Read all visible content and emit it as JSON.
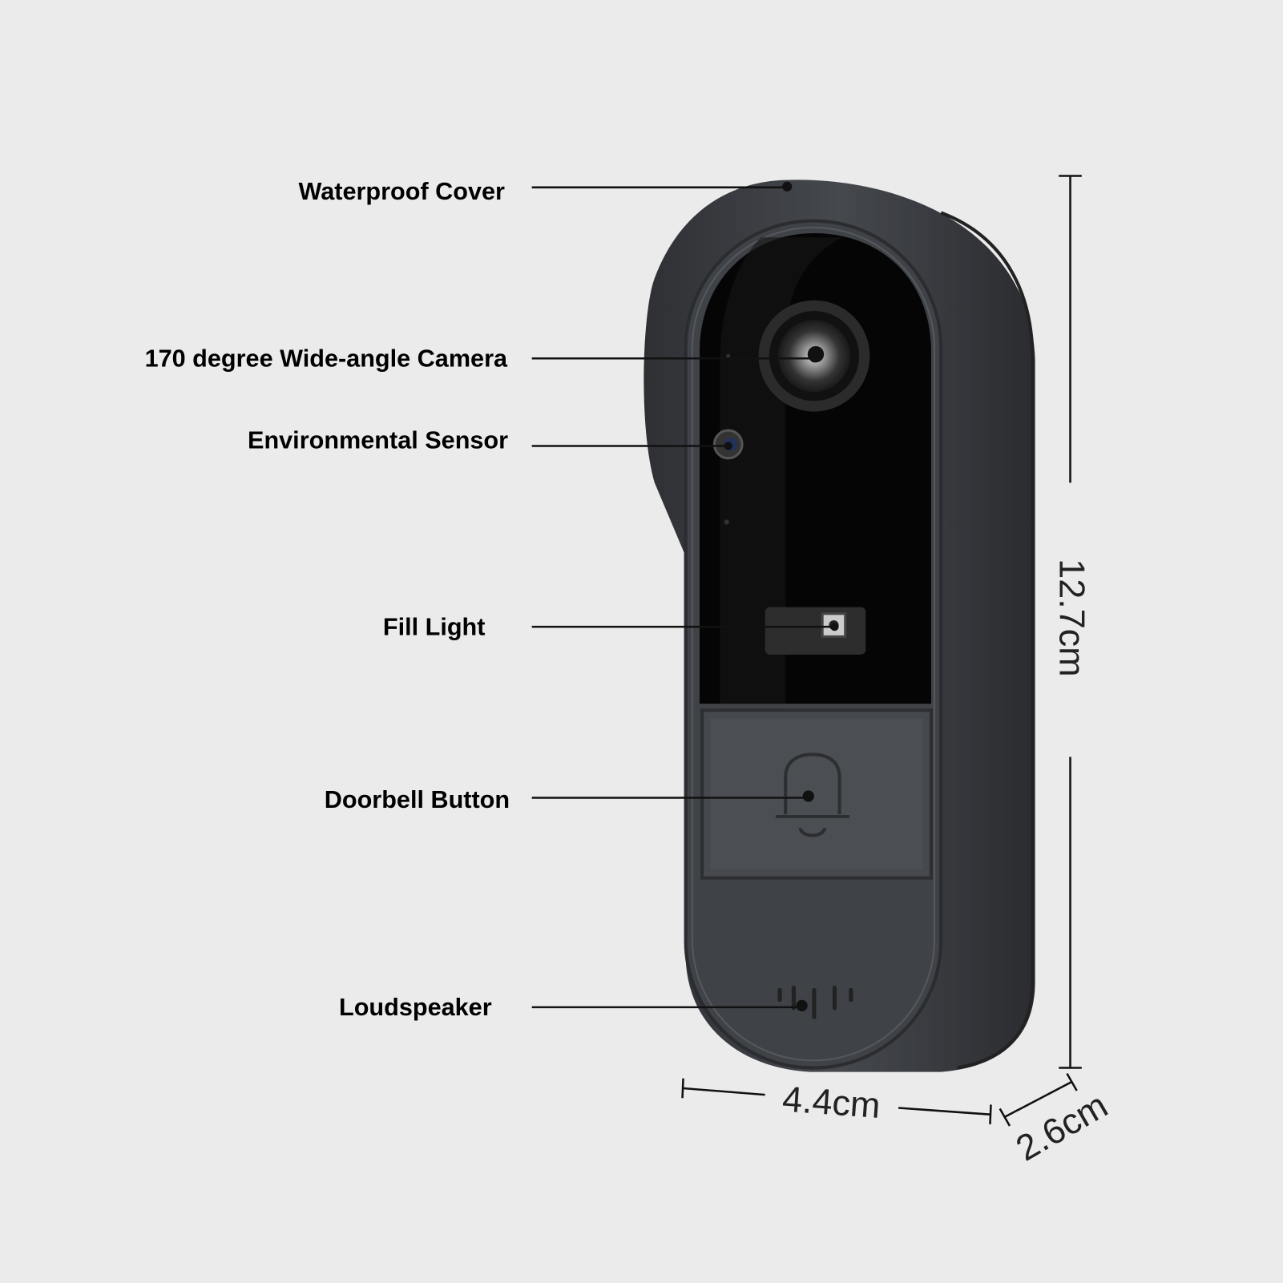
{
  "callouts": {
    "waterproof_cover": "Waterproof Cover",
    "camera": "170 degree Wide-angle Camera",
    "sensor": "Environmental Sensor",
    "fill_light": "Fill Light",
    "doorbell_button": "Doorbell Button",
    "loudspeaker": "Loudspeaker"
  },
  "dimensions": {
    "height": "12.7cm",
    "width": "4.4cm",
    "depth": "2.6cm"
  },
  "colors": {
    "background": "#ebebeb",
    "housing": "#3b3d41",
    "glass": "#050505",
    "text": "#000000"
  }
}
